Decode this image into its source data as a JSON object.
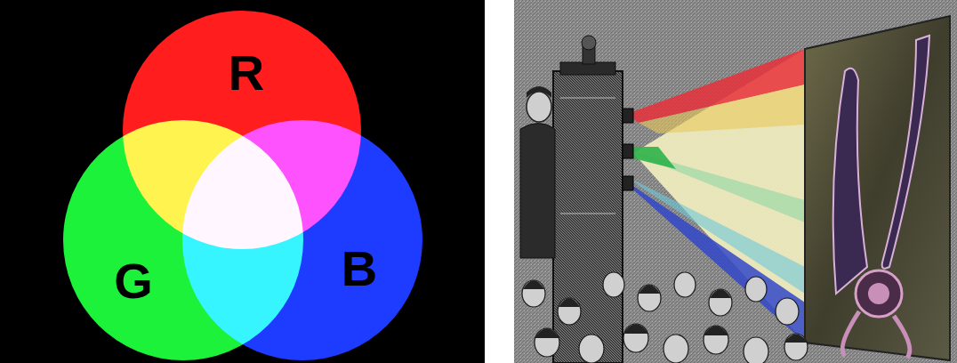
{
  "diagram": {
    "nodes": [
      {
        "text": [
          "R"
        ]
      },
      {
        "text": [
          "G"
        ]
      },
      {
        "text": [
          "B"
        ]
      }
    ]
  }
}
